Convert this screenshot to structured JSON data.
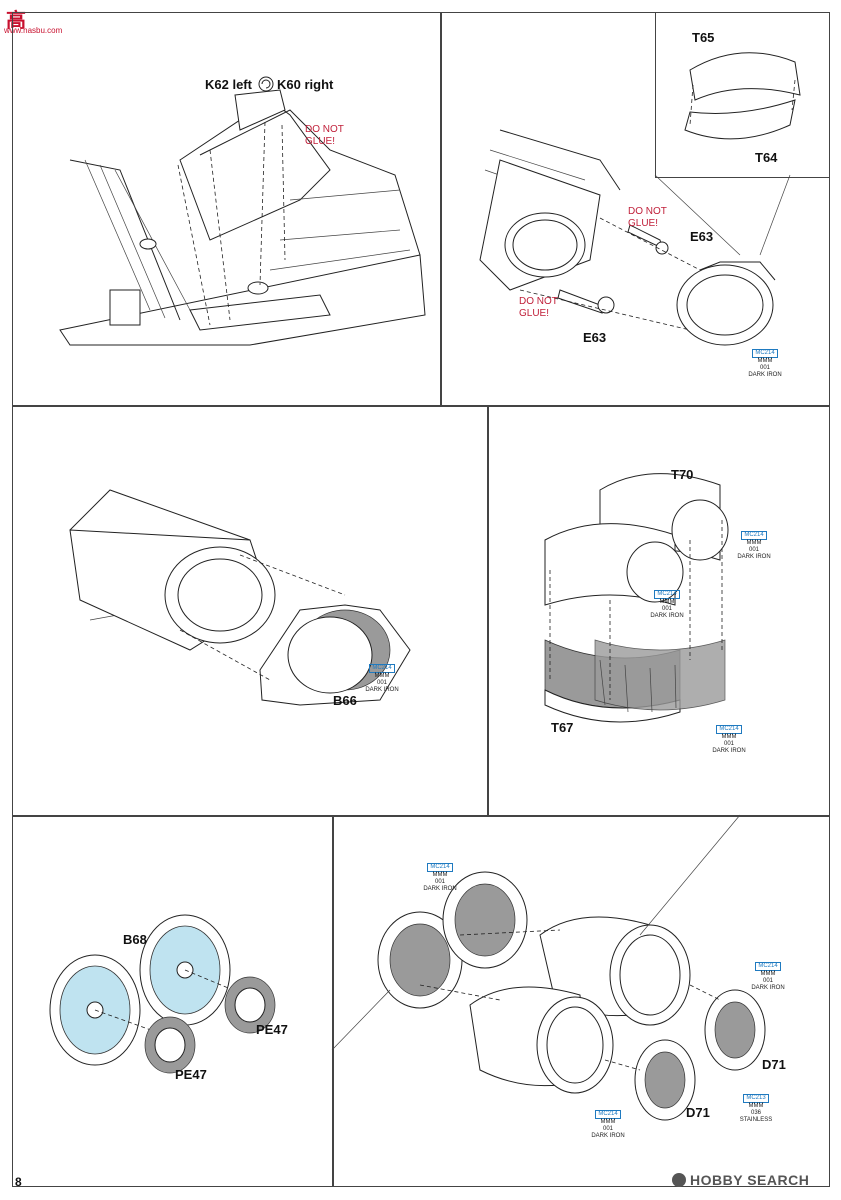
{
  "watermark_top": {
    "cn": "高",
    "site": "www.hasbu.com"
  },
  "page_number": "8",
  "panel1": {
    "label_k62": "K62 left",
    "label_k60": "K60 right",
    "warning": "DO NOT\nGLUE!"
  },
  "panel2": {
    "t65": "T65",
    "t64": "T64",
    "e63_a": "E63",
    "e63_b": "E63",
    "warning_a": "DO NOT\nGLUE!",
    "warning_b": "DO NOT\nGLUE!",
    "paint": {
      "code": "MC214",
      "line2": "MMM",
      "line3": "001",
      "name": "DARK IRON"
    }
  },
  "panel3": {
    "b66": "B66",
    "paint": {
      "code": "MC214",
      "line2": "MMM",
      "line3": "001",
      "name": "DARK IRON"
    }
  },
  "panel4": {
    "t70": "T70",
    "t67": "T67",
    "paint_a": {
      "code": "MC214",
      "line2": "MMM",
      "line3": "001",
      "name": "DARK IRON"
    },
    "paint_b": {
      "code": "MC214",
      "line2": "MMM",
      "line3": "001",
      "name": "DARK IRON"
    },
    "paint_c": {
      "code": "MC214",
      "line2": "MMM",
      "line3": "001",
      "name": "DARK IRON"
    }
  },
  "panel5": {
    "b68": "B68",
    "pe47_a": "PE47",
    "pe47_b": "PE47"
  },
  "panel6": {
    "d71_a": "D71",
    "d71_b": "D71",
    "paint_a": {
      "code": "MC214",
      "line2": "MMM",
      "line3": "001",
      "name": "DARK IRON"
    },
    "paint_b": {
      "code": "MC214",
      "line2": "MMM",
      "line3": "001",
      "name": "DARK IRON"
    },
    "paint_c": {
      "code": "MC213",
      "line2": "MMM",
      "line3": "036",
      "name": "STAINLESS"
    },
    "paint_d": {
      "code": "MC214",
      "line2": "MMM",
      "line3": "001",
      "name": "DARK IRON"
    }
  },
  "watermark_bottom": {
    "brand": "HOBBY SEARCH"
  },
  "colors": {
    "warning": "#c0203a",
    "paint_code": "#1f7ac0",
    "decal_blue": "#bfe3f0"
  }
}
